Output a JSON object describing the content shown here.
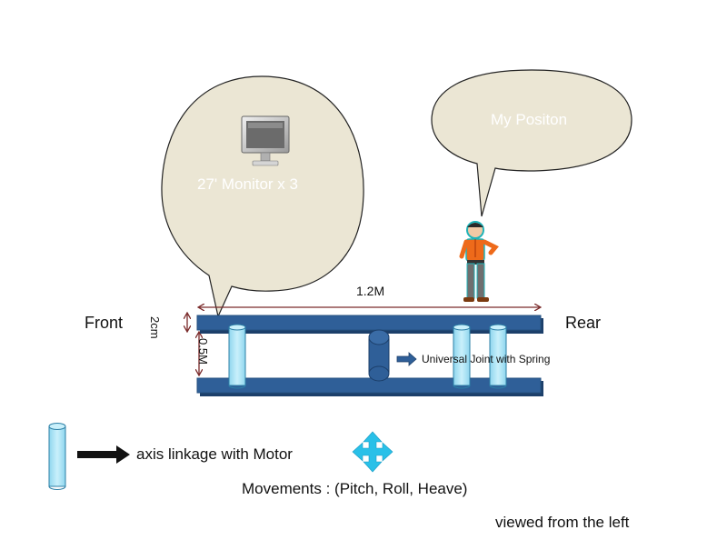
{
  "bubbles": {
    "monitor_label": "27' Monitor x 3",
    "position_label": "My Positon"
  },
  "dimensions": {
    "length": "1.2M",
    "plate_thickness": "2cm",
    "height": "0.5M"
  },
  "sides": {
    "front": "Front",
    "rear": "Rear"
  },
  "joint_label": "Universal Joint with Spring",
  "legend": {
    "axis_label": "axis linkage with Motor",
    "movements": "Movements : (Pitch, Roll, Heave)"
  },
  "view_note": "viewed from the left",
  "colors": {
    "plate": "#2f5f98",
    "axis_fill": "#a9e2f3",
    "bubble_fill": "#ebe6d4",
    "dimension_line": "#7a2a2a",
    "move_arrow": "#29c0e8"
  },
  "icons": {
    "monitor": "monitor-icon",
    "person": "person-icon",
    "movement": "four-way-arrow-icon"
  }
}
